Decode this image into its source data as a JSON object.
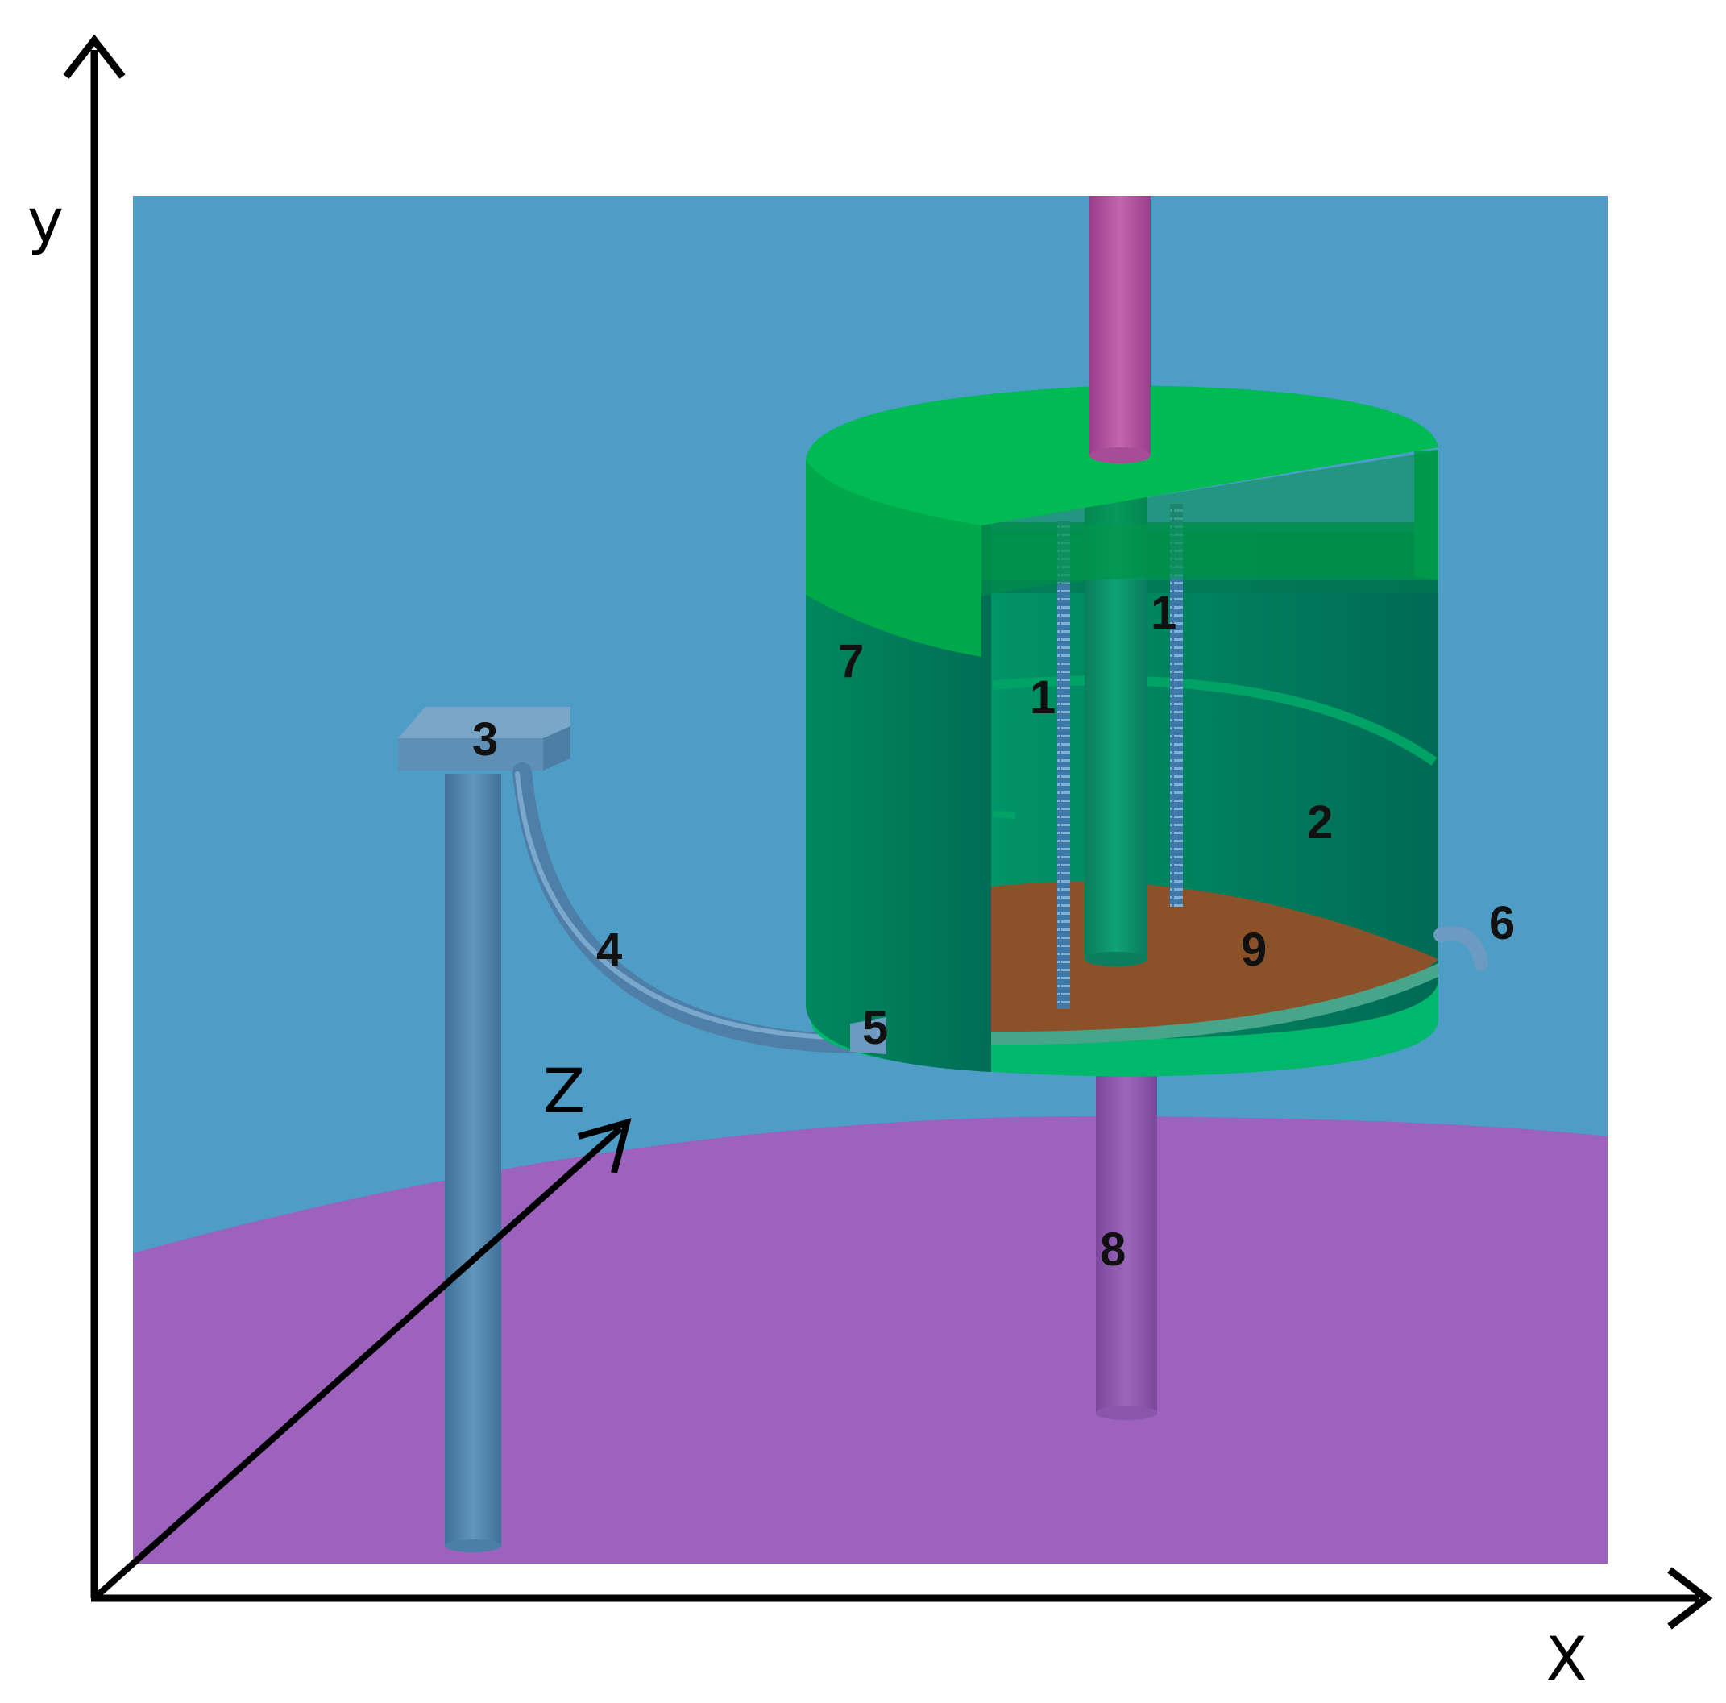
{
  "axes": {
    "y_label": "y",
    "x_label": "X",
    "z_label": "Z"
  },
  "labels": {
    "heater_left": "1",
    "heater_right": "1",
    "baffle": "2",
    "sensor_cap": "3",
    "tube": "4",
    "inlet": "5",
    "outlet": "6",
    "vessel_wall": "7",
    "lower_shaft": "8",
    "bottom_layer": "9"
  },
  "colors": {
    "background": "#4d9dc7",
    "floor": "#9c62bd",
    "vessel_top": "#00b951",
    "vessel_wall": "#007a5c",
    "vessel_inner": "#008563",
    "bottom_layer": "#8b522a",
    "upper_shaft": "#b0549e",
    "lower_shaft": "#8e58ad",
    "probe": "#4f84ac",
    "axis": "#000000"
  }
}
